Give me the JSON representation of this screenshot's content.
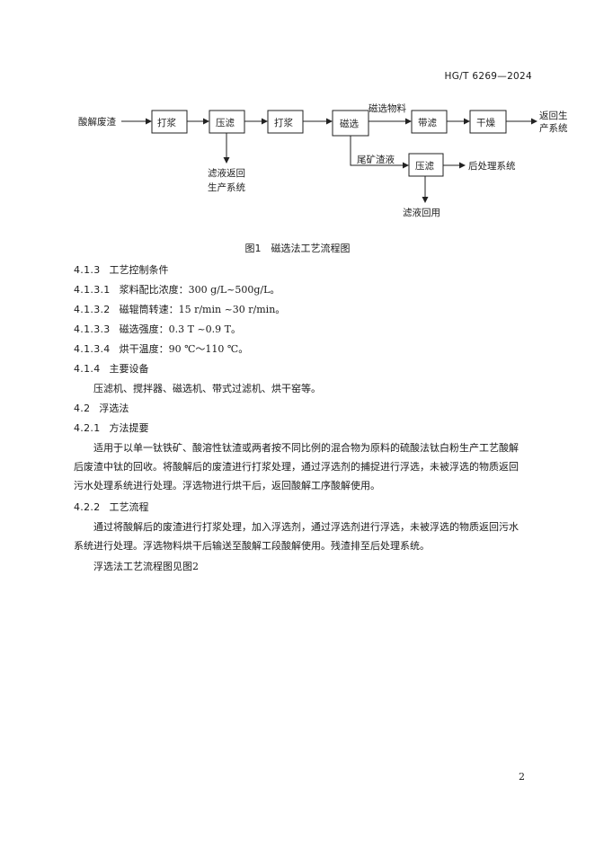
{
  "header": {
    "standard_code": "HG/T 6269—2024"
  },
  "flowchart": {
    "input_label": "酸解废渣",
    "box_slurry_1": "打浆",
    "box_filter_press_1": "压滤",
    "filtrate_return_line1": "滤液返回",
    "filtrate_return_line2": "生产系统",
    "box_slurry_2": "打浆",
    "box_magnetic": "磁选",
    "magnetic_material_label": "磁选物料",
    "box_belt_filter": "带滤",
    "box_dry": "干燥",
    "return_prod_line1": "返回生",
    "return_prod_line2": "产系统",
    "tailings_label": "尾矿渣液",
    "box_filter_press_2": "压滤",
    "post_treatment_label": "后处理系统",
    "filtrate_reuse_label": "滤液回用"
  },
  "figure_caption": "图1　磁选法工艺流程图",
  "sections": [
    {
      "num": "4.1.3",
      "text": "工艺控制条件"
    },
    {
      "num": "4.1.3.1",
      "text": "浆料配比浓度：300 g/L~500g/L。"
    },
    {
      "num": "4.1.3.2",
      "text": "磁辊筒转速：15 r/min ~30 r/min。"
    },
    {
      "num": "4.1.3.3",
      "text": "磁选强度：0.3 T ~0.9 T。"
    },
    {
      "num": "4.1.3.4",
      "text": "烘干温度：90 ℃～110 ℃。"
    },
    {
      "num": "4.1.4",
      "text": "主要设备"
    },
    {
      "text": "压滤机、搅拌器、磁选机、带式过滤机、烘干窑等。"
    },
    {
      "num": "4.2",
      "text": "浮选法"
    },
    {
      "num": "4.2.1",
      "text": "方法提要"
    },
    {
      "text": "适用于以单一钛铁矿、酸溶性钛渣或两者按不同比例的混合物为原料的硫酸法钛白粉生产工艺酸解后废渣中钛的回收。将酸解后的废渣进行打浆处理，通过浮选剂的捕捉进行浮选，未被浮选的物质返回污水处理系统进行处理。浮选物进行烘干后，返回酸解工序酸解使用。"
    },
    {
      "num": "4.2.2",
      "text": "工艺流程"
    },
    {
      "text": "通过将酸解后的废渣进行打浆处理，加入浮选剂，通过浮选剂进行浮选，未被浮选的物质返回污水系统进行处理。浮选物料烘干后输送至酸解工段酸解使用。残渣排至后处理系统。"
    },
    {
      "text": "浮选法工艺流程图见图2"
    }
  ],
  "page_number": "2"
}
